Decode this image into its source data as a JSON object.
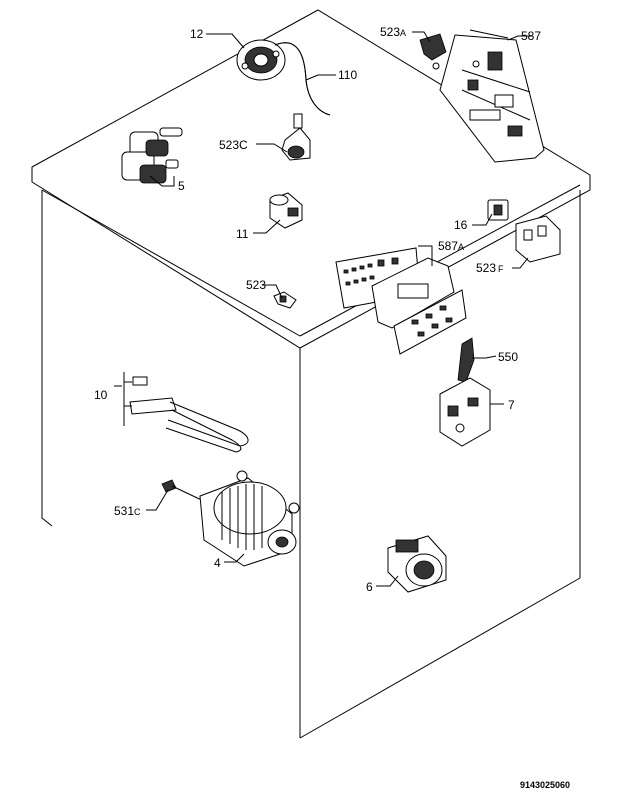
{
  "labels": {
    "l12": "12",
    "l110": "110",
    "l523c": "523C",
    "l5": "5",
    "l11": "11",
    "l523a_num": "523",
    "l523a_suf": "A",
    "l587": "587",
    "l587a_num": "587",
    "l587a_suf": "A",
    "l16": "16",
    "l523f_num": "523",
    "l523f_suf": "F",
    "l523": "523",
    "l550": "550",
    "l10": "10",
    "l7": "7",
    "l531c_num": "531",
    "l531c_suf": "C",
    "l4": "4",
    "l6": "6"
  },
  "drawing_code": "9143025060"
}
